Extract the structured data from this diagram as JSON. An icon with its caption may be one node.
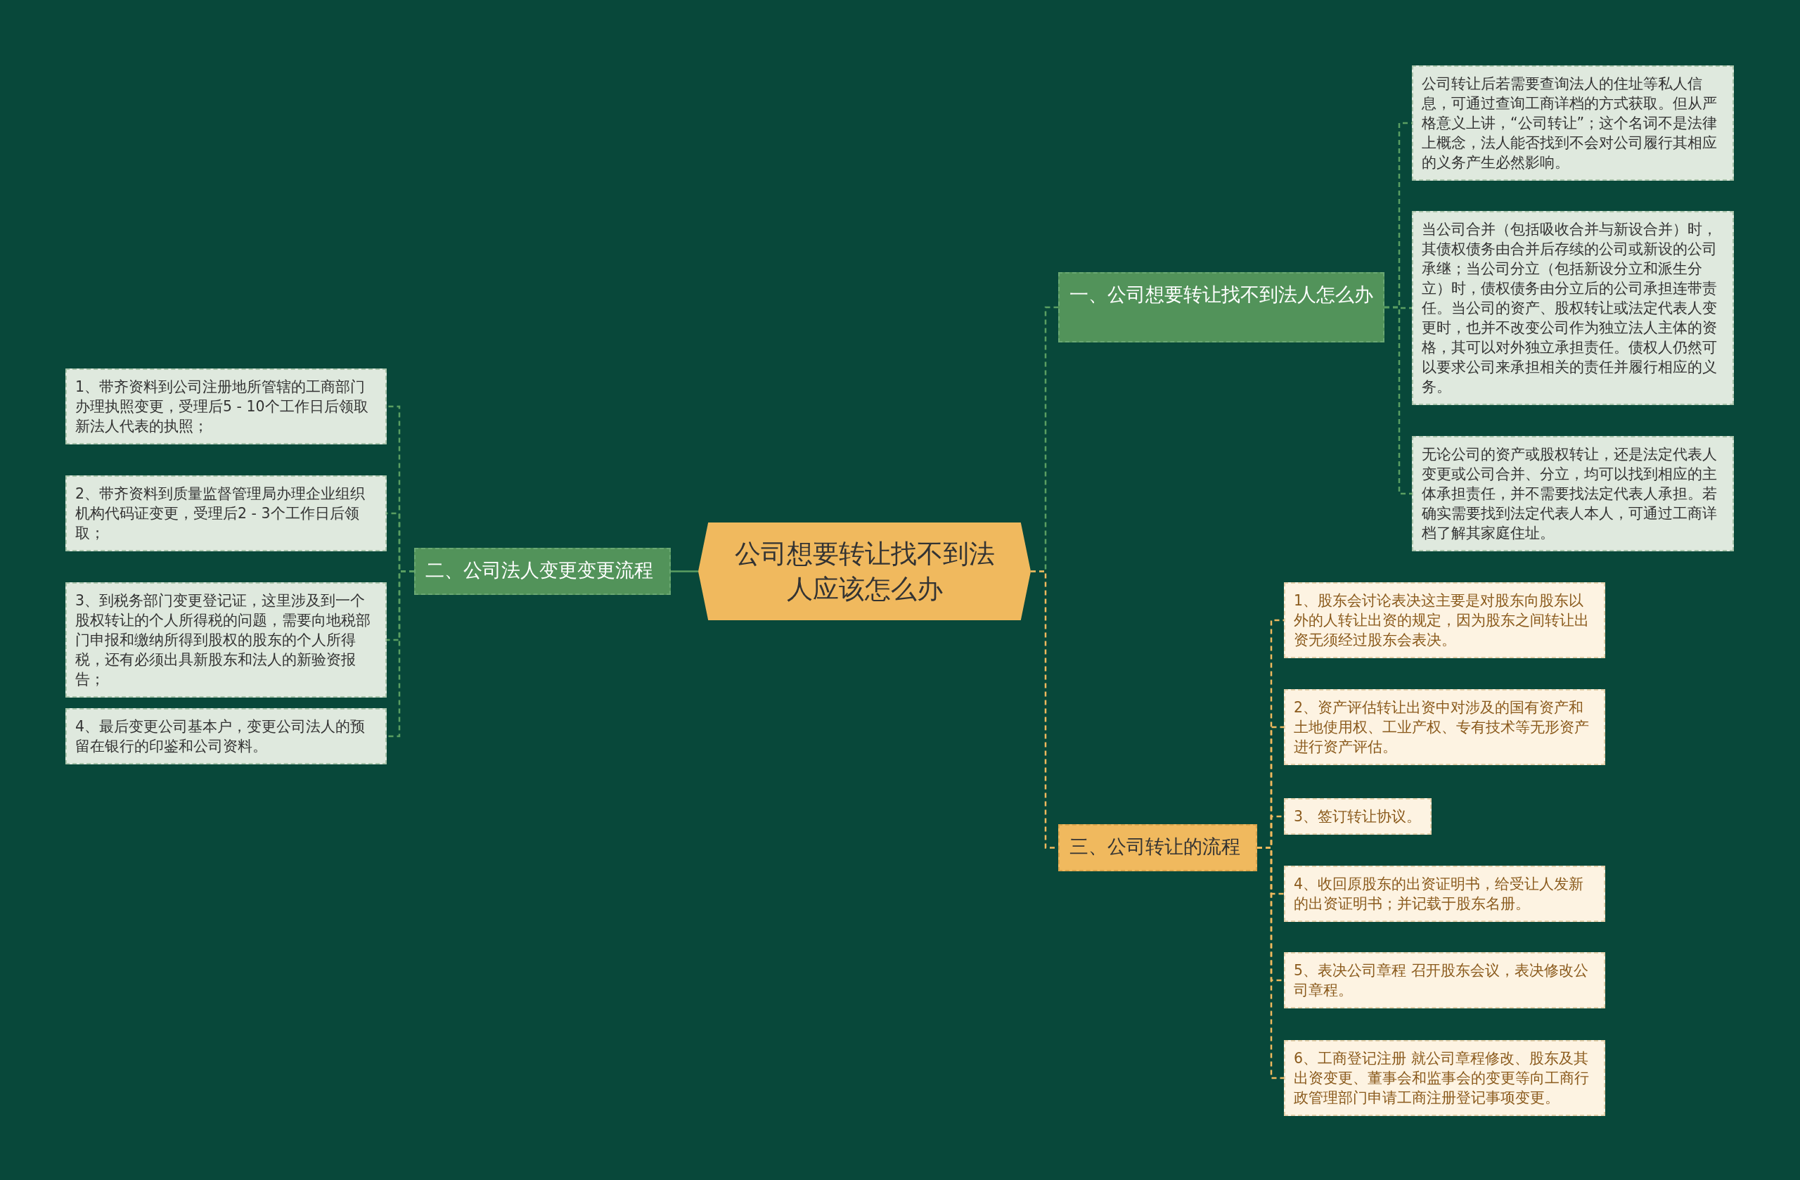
{
  "diagram": {
    "nodes": [
      {
        "text": [
          "公司想要转让找不到法人应该怎么办"
        ]
      },
      {
        "text": [
          "一、公司想要转让找不到法人怎么办"
        ]
      },
      {
        "text": [
          "公司转让后若需要查询法人的住址等私人信息，可通过查询工商详档的方式获取。但从严格意义上讲，“公司转让”；这个名词不是法律上概念，法人能否找到不会对公司履行其相应的义务产生必然影响。"
        ]
      },
      {
        "text": [
          "当公司合并（包括吸收合并与新设合并）时，其债权债务由合并后存续的公司或新设的公司承继；当公司分立（包括新设分立和派生分立）时，债权债务由分立后的公司承担连带责任。当公司的资产、股权转让或法定代表人变更时，也并不改变公司作为独立法人主体的资格，其可以对外独立承担责任。债权人仍然可以要求公司来承担相关的责任并履行相应的义务。"
        ]
      },
      {
        "text": [
          "无论公司的资产或股权转让，还是法定代表人变更或公司合并、分立，均可以找到相应的主体承担责任，并不需要找法定代表人承担。若确实需要找到法定代表人本人，可通过工商详档了解其家庭住址。"
        ]
      },
      {
        "text": [
          "二、公司法人变更变更流程"
        ]
      },
      {
        "text": [
          "1、带齐资料到公司注册地所管辖的工商部门办理执照变更，受理后5 - 10个工作日后领取新法人代表的执照；"
        ]
      },
      {
        "text": [
          "2、带齐资料到质量监督管理局办理企业组织机构代码证变更，受理后2 - 3个工作日后领取；"
        ]
      },
      {
        "text": [
          "3、到税务部门变更登记证，这里涉及到一个股权转让的个人所得税的问题，需要向地税部门申报和缴纳所得到股权的股东的个人所得税，还有必须出具新股东和法人的新验资报告；"
        ]
      },
      {
        "text": [
          "4、最后变更公司基本户，变更公司法人的预留在银行的印鉴和公司资料。"
        ]
      },
      {
        "text": [
          "三、公司转让的流程"
        ]
      },
      {
        "text": [
          "1、股东会讨论表决这主要是对股东向股东以外的人转让出资的规定，因为股东之间转让出资无须经过股东会表决。"
        ]
      },
      {
        "text": [
          "2、资产评估转让出资中对涉及的国有资产和土地使用权、工业产权、专有技术等无形资产进行资产评估。"
        ]
      },
      {
        "text": [
          "3、签订转让协议。"
        ]
      },
      {
        "text": [
          "4、收回原股东的出资证明书，给受让人发新的出资证明书；并记载于股东名册。"
        ]
      },
      {
        "text": [
          "5、表决公司章程 召开股东会议，表决修改公司章程。"
        ]
      },
      {
        "text": [
          "6、工商登记注册 就公司章程修改、股东及其出资变更、董事会和监事会的变更等向工商行政管理部门申请工商注册登记事项变更。"
        ]
      }
    ],
    "edges": [
      {
        "from": 0,
        "to": 1,
        "arrow": "none",
        "style": "dashed"
      },
      {
        "from": 1,
        "to": 2,
        "arrow": "none",
        "style": "dashed"
      },
      {
        "from": 1,
        "to": 3,
        "arrow": "none",
        "style": "dashed"
      },
      {
        "from": 1,
        "to": 4,
        "arrow": "none",
        "style": "dashed"
      },
      {
        "from": 0,
        "to": 5,
        "arrow": "none"
      },
      {
        "from": 5,
        "to": 6,
        "arrow": "none",
        "style": "dashed"
      },
      {
        "from": 5,
        "to": 7,
        "arrow": "none",
        "style": "dashed"
      },
      {
        "from": 5,
        "to": 8,
        "arrow": "none",
        "style": "dashed"
      },
      {
        "from": 5,
        "to": 9,
        "arrow": "none",
        "style": "dashed"
      },
      {
        "from": 0,
        "to": 10,
        "arrow": "none",
        "style": "dashed",
        "color": "#f0b95e"
      },
      {
        "from": 10,
        "to": 11,
        "arrow": "none",
        "style": "dashed",
        "color": "#f0b95e"
      },
      {
        "from": 10,
        "to": 12,
        "arrow": "none",
        "style": "dashed",
        "color": "#f0b95e"
      },
      {
        "from": 10,
        "to": 13,
        "arrow": "none",
        "style": "dashed",
        "color": "#f0b95e"
      },
      {
        "from": 10,
        "to": 14,
        "arrow": "none",
        "style": "dashed",
        "color": "#f0b95e"
      },
      {
        "from": 10,
        "to": 15,
        "arrow": "none",
        "style": "dashed",
        "color": "#f0b95e"
      },
      {
        "from": 10,
        "to": 16,
        "arrow": "none",
        "style": "dashed",
        "color": "#f0b95e"
      }
    ]
  }
}
